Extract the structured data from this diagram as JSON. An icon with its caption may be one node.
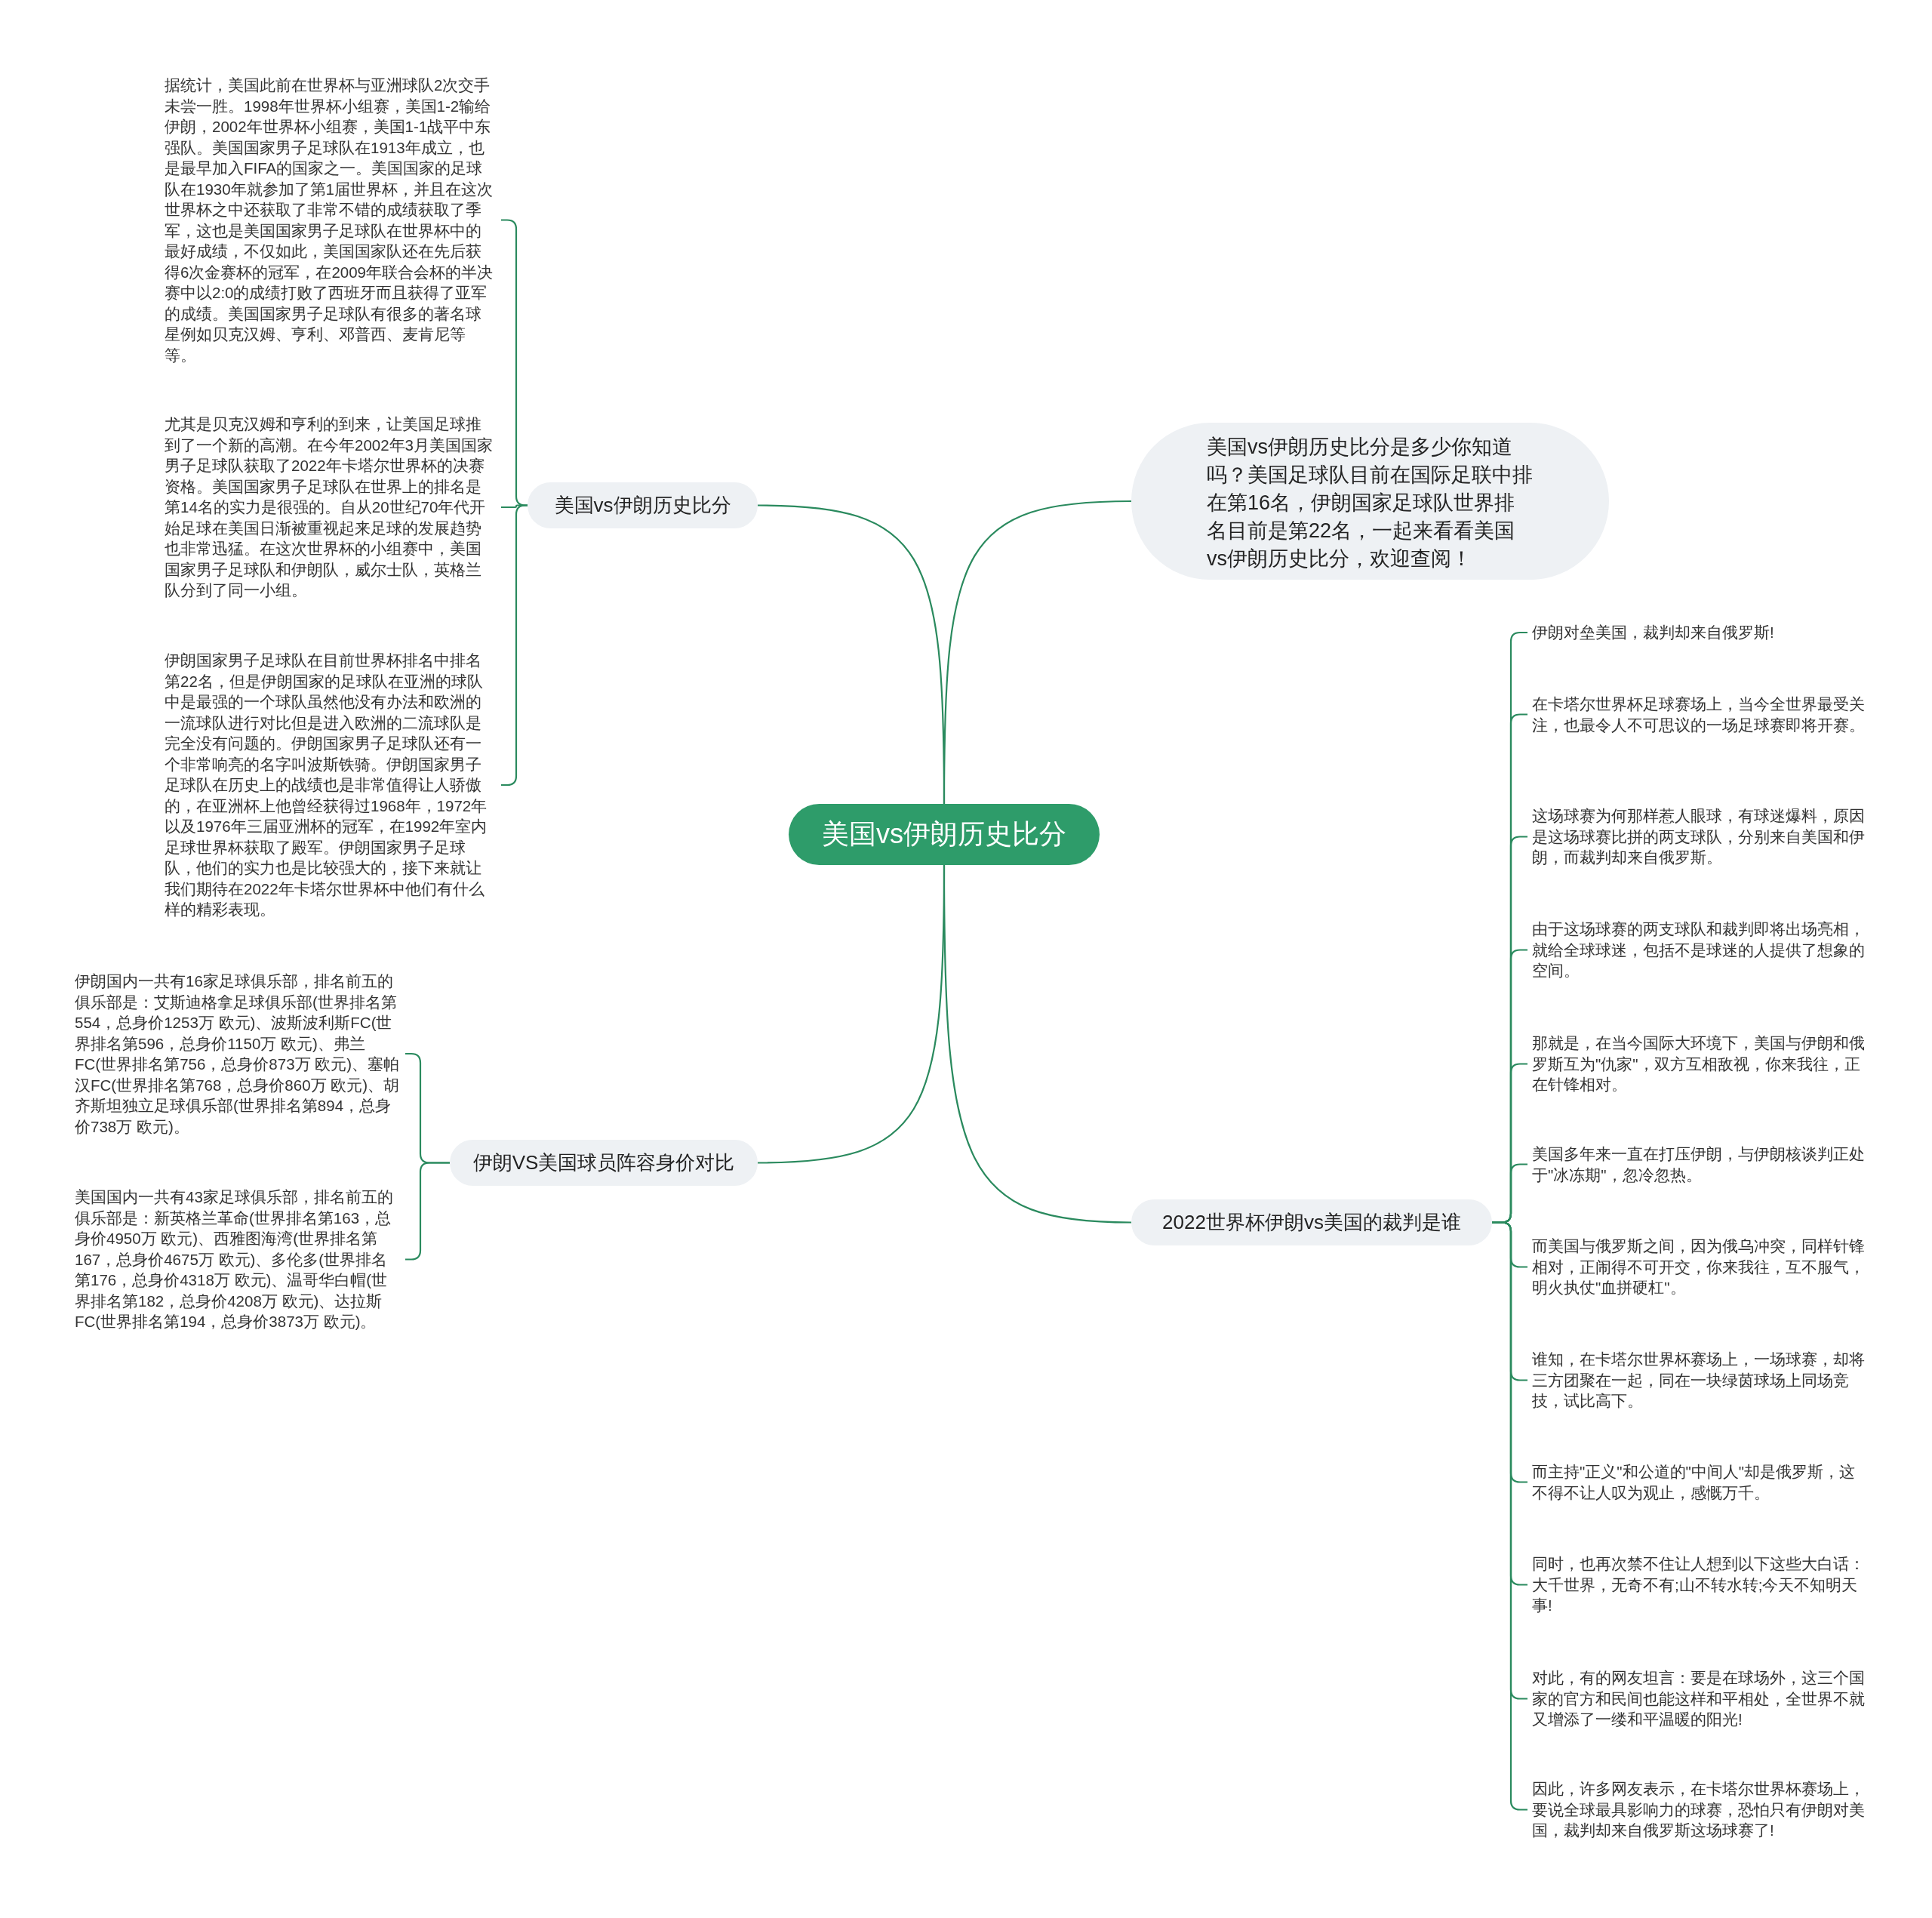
{
  "diagram": {
    "nodes": [
      {
        "text": [
          "美国vs伊朗历史比分"
        ]
      },
      {
        "text": [
          "美国vs伊朗历史比分"
        ]
      },
      {
        "text": [
          "据统计，美国此前在世界杯与亚洲球队2次交手未尝一胜。1998年世界杯小组赛，美国1-2输给伊朗，2002年世界杯小组赛，美国1-1战平中东强队。美国国家男子足球队在1913年成立，也是最早加入FIFA的国家之一。美国国家的足球队在1930年就参加了第1届世界杯，并且在这次世界杯之中还获取了非常不错的成绩获取了季军，这也是美国国家男子足球队在世界杯中的最好成绩，不仅如此，美国国家队还在先后获得6次金赛杯的冠军，在2009年联合会杯的半决赛中以2:0的成绩打败了西班牙而且获得了亚军的成绩。美国国家男子足球队有很多的著名球星例如贝克汉姆、亨利、邓普西、麦肯尼等等。"
        ]
      },
      {
        "text": [
          "尤其是贝克汉姆和亨利的到来，让美国足球推到了一个新的高潮。在今年2002年3月美国国家男子足球队获取了2022年卡塔尔世界杯的决赛资格。美国国家男子足球队在世界上的排名是第14名的实力是很强的。自从20世纪70年代开始足球在美国日渐被重视起来足球的发展趋势也非常迅猛。在这次世界杯的小组赛中，美国国家男子足球队和伊朗队，威尔士队，英格兰队分到了同一小组。"
        ]
      },
      {
        "text": [
          "伊朗国家男子足球队在目前世界杯排名中排名第22名，但是伊朗国家的足球队在亚洲的球队中是最强的一个球队虽然他没有办法和欧洲的一流球队进行对比但是进入欧洲的二流球队是完全没有问题的。伊朗国家男子足球队还有一个非常响亮的名字叫波斯铁骑。伊朗国家男子足球队在历史上的战绩也是非常值得让人骄傲的，在亚洲杯上他曾经获得过1968年，1972年以及1976年三届亚洲杯的冠军，在1992年室内足球世界杯获取了殿军。伊朗国家男子足球队，他们的实力也是比较强大的，接下来就让我们期待在2022年卡塔尔世界杯中他们有什么样的精彩表现。"
        ]
      },
      {
        "text": [
          "伊朗VS美国球员阵容身价对比"
        ]
      },
      {
        "text": [
          "伊朗国内一共有16家足球俱乐部，排名前五的俱乐部是：艾斯迪格拿足球俱乐部(世界排名第554，总身价1253万 欧元)、波斯波利斯FC(世界排名第596，总身价1150万 欧元)、弗兰FC(世界排名第756，总身价873万 欧元)、塞帕汉FC(世界排名第768，总身价860万 欧元)、胡齐斯坦独立足球俱乐部(世界排名第894，总身价738万 欧元)。"
        ]
      },
      {
        "text": [
          "美国国内一共有43家足球俱乐部，排名前五的俱乐部是：新英格兰革命(世界排名第163，总身价4950万 欧元)、西雅图海湾(世界排名第167，总身价4675万 欧元)、多伦多(世界排名第176，总身价4318万 欧元)、温哥华白帽(世界排名第182，总身价4208万 欧元)、达拉斯FC(世界排名第194，总身价3873万 欧元)。"
        ]
      },
      {
        "text": [
          "美国vs伊朗历史比分是多少你知道吗？美国足球队目前在国际足联中排在第16名，伊朗国家足球队世界排名目前是第22名，一起来看看美国vs伊朗历史比分，欢迎查阅！"
        ]
      },
      {
        "text": [
          "2022世界杯伊朗vs美国的裁判是谁"
        ]
      },
      {
        "text": [
          "伊朗对垒美国，裁判却来自俄罗斯!"
        ]
      },
      {
        "text": [
          "在卡塔尔世界杯足球赛场上，当今全世界最受关注，也最令人不可思议的一场足球赛即将开赛。"
        ]
      },
      {
        "text": [
          "这场球赛为何那样惹人眼球，有球迷爆料，原因是这场球赛比拼的两支球队，分别来自美国和伊朗，而裁判却来自俄罗斯。"
        ]
      },
      {
        "text": [
          "由于这场球赛的两支球队和裁判即将出场亮相，就给全球球迷，包括不是球迷的人提供了想象的空间。"
        ]
      },
      {
        "text": [
          "那就是，在当今国际大环境下，美国与伊朗和俄罗斯互为\"仇家\"，双方互相敌视，你来我往，正在针锋相对。"
        ]
      },
      {
        "text": [
          "美国多年来一直在打压伊朗，与伊朗核谈判正处于\"冰冻期\"，忽冷忽热。"
        ]
      },
      {
        "text": [
          "而美国与俄罗斯之间，因为俄乌冲突，同样针锋相对，正闹得不可开交，你来我往，互不服气，明火执仗\"血拼硬杠\"。"
        ]
      },
      {
        "text": [
          "谁知，在卡塔尔世界杯赛场上，一场球赛，却将三方团聚在一起，同在一块绿茵球场上同场竞技，试比高下。"
        ]
      },
      {
        "text": [
          "而主持\"正义\"和公道的\"中间人\"却是俄罗斯，这不得不让人叹为观止，感慨万千。"
        ]
      },
      {
        "text": [
          "同时，也再次禁不住让人想到以下这些大白话：大千世界，无奇不有;山不转水转;今天不知明天事!"
        ]
      },
      {
        "text": [
          "对此，有的网友坦言：要是在球场外，这三个国家的官方和民间也能这样和平相处，全世界不就又增添了一缕和平温暖的阳光!"
        ]
      },
      {
        "text": [
          "因此，许多网友表示，在卡塔尔世界杯赛场上，要说全球最具影响力的球赛，恐怕只有伊朗对美国，裁判却来自俄罗斯这场球赛了!"
        ]
      }
    ],
    "edges": [
      {
        "from": 0,
        "to": 1,
        "arrow": "none"
      },
      {
        "from": 1,
        "to": 2,
        "arrow": "none"
      },
      {
        "from": 1,
        "to": 3,
        "arrow": "none"
      },
      {
        "from": 1,
        "to": 4,
        "arrow": "none"
      },
      {
        "from": 0,
        "to": 5,
        "arrow": "none"
      },
      {
        "from": 5,
        "to": 6,
        "arrow": "none"
      },
      {
        "from": 5,
        "to": 7,
        "arrow": "none"
      },
      {
        "from": 0,
        "to": 8,
        "arrow": "none"
      },
      {
        "from": 0,
        "to": 9,
        "arrow": "none"
      },
      {
        "from": 9,
        "to": 10,
        "arrow": "none"
      },
      {
        "from": 9,
        "to": 11,
        "arrow": "none"
      },
      {
        "from": 9,
        "to": 12,
        "arrow": "none"
      },
      {
        "from": 9,
        "to": 13,
        "arrow": "none"
      },
      {
        "from": 9,
        "to": 14,
        "arrow": "none"
      },
      {
        "from": 9,
        "to": 15,
        "arrow": "none"
      },
      {
        "from": 9,
        "to": 16,
        "arrow": "none"
      },
      {
        "from": 9,
        "to": 17,
        "arrow": "none"
      },
      {
        "from": 9,
        "to": 18,
        "arrow": "none"
      },
      {
        "from": 9,
        "to": 19,
        "arrow": "none"
      },
      {
        "from": 9,
        "to": 20,
        "arrow": "none"
      },
      {
        "from": 9,
        "to": 21,
        "arrow": "none"
      }
    ]
  }
}
